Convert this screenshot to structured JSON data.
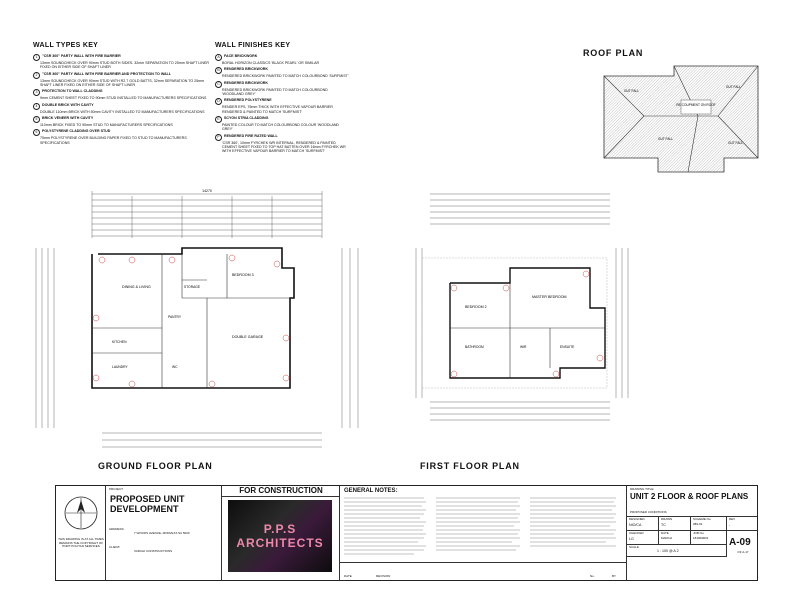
{
  "wall_types_key": {
    "title": "WALL TYPES KEY",
    "items": [
      {
        "no": "1",
        "title": "\"CSR 360\" PARTY WALL WITH FIRE BARRIER",
        "desc": "13mm SOUNDCHECK OVER 90mm STUD BOTH SIDES. 32mm SEPARATION TO 25mm SHAFT LINER FIXED ON EITHER SIDE OF SHAFT LINER"
      },
      {
        "no": "2",
        "title": "\"CSR 360\" PARTY WALL WITH FIRE BARRIER AND PROTECTION TO WALL",
        "desc": "13mm SOUNDCHECK OVER 90mm STUD WITH R2.7 GOLD BATTS, 32mm SEPARATION TO 25mm SHAFT LINER FIXED ON EITHER SIDE OF SHAFT LINER"
      },
      {
        "no": "3",
        "title": "PROTECTION TO WALL CLADDING",
        "desc": "9mm CEMENT SHEET FIXED TO 90mm STUD INSTALLED TO MANUFACTURERS SPECIFICATIONS"
      },
      {
        "no": "4",
        "title": "DOUBLE BRICK WITH CAVITY",
        "desc": "DOUBLE 110mm BRICK WITH 50mm CAVITY INSTALLED TO MANUFACTURERS SPECIFICATIONS"
      },
      {
        "no": "5",
        "title": "BRICK VENEER WITH CAVITY",
        "desc": "110mm BRICK FIXED TO 90mm STUD TO MANUFACTURERS SPECIFICATIONS"
      },
      {
        "no": "6",
        "title": "POLYSTYRENE CLADDING OVER STUD",
        "desc": "75mm POLYSTYRENE OVER BUILDING PAPER FIXED TO STUD TO MANUFACTURERS SPECIFICATIONS"
      }
    ]
  },
  "wall_finishes_key": {
    "title": "WALL FINISHES KEY",
    "items": [
      {
        "no": "A",
        "title": "FACE BRICKWORK",
        "desc": "BORAL HORIZON CLASSICS 'BLACK PEARL' OR SIMILAR"
      },
      {
        "no": "B",
        "title": "RENDERED BRICKWORK",
        "desc": "RENDERED BRICKWORK PAINTED TO MATCH COLOURBOND 'SURFMIST'"
      },
      {
        "no": "C",
        "title": "RENDERED BRICKWORK",
        "desc": "RENDERED BRICKWORK PAINTED TO MATCH COLOURBOND 'WOODLAND GREY'"
      },
      {
        "no": "D",
        "title": "RENDERED POLYSTYRENE",
        "desc": "RENDER EPS, 75mm THICK WITH EFFECTIVE VAPOUR BARRIER RENDERED & PAINTED TO MATCH 'SURFMIST'"
      },
      {
        "no": "E",
        "title": "SCYON STRIA CLADDING",
        "desc": "PAINTED COLOUR TO MATCH COLOURBOND COLOUR 'WOODLAND GREY'"
      },
      {
        "no": "F",
        "title": "RENDERED FIRE RATED WALL",
        "desc": "'CSR 360', 10mm FYRCHEK WR INTERNAL, RENDERED & PAINTED CEMENT SHEET FIXED TO TOP HAT BATTEN OVER 16mm FYRCHEK WR WITH EFFECTIVE VAPOUR BARRIER TO MATCH 'SURFMIST'"
      }
    ]
  },
  "roof_plan": {
    "title": "ROOF PLAN",
    "notes": [
      "GUT FALL",
      "GUT FALL",
      "RE COUPMENT ON ROOF",
      "GUT FALL",
      "GUT FALL"
    ]
  },
  "ground_floor": {
    "title": "GROUND FLOOR PLAN",
    "overall": "14270",
    "rooms": [
      "BEDROOM 3",
      "DINING & LIVING",
      "STORAGE",
      "KITCHEN",
      "PANTRY",
      "DOUBLE GARAGE",
      "LAUNDRY",
      "WC"
    ]
  },
  "first_floor": {
    "title": "FIRST FLOOR PLAN",
    "rooms": [
      "BEDROOM 2",
      "MASTER BEDROOM",
      "BATHROOM",
      "ENSUITE",
      "WIR"
    ]
  },
  "title_block": {
    "project_label": "PROJECT:",
    "project": "PROPOSED UNIT DEVELOPMENT",
    "address_label": "ADDRESS:",
    "address": "7 WOODS AVENUE, MORIALTA SA 5000",
    "client_label": "CLIENT:",
    "client": "VARCHI CONSTRUCTIONS",
    "copyright": "THIS DRAWING IS AT ALL TIMES REMAINS THE COPYRIGHT OF PORT POLITAN SERVICES",
    "status": "FOR CONSTRUCTION",
    "logo_text": "P.P.S ARCHITECTS",
    "general_notes_title": "GENERAL NOTES:",
    "drawing_title_label": "DRAWING TITLE:",
    "drawing_title": "UNIT 2 FLOOR & ROOF PLANS",
    "sub": "PROPOSED CONDITIONS",
    "designed_label": "DESIGNED",
    "designed": "NIO/CA",
    "drawn_label": "DRAWN",
    "drawn": "TC",
    "scheme_label": "SCHEME No.",
    "scheme": "089-01",
    "rev_label": "REV",
    "rev": "-",
    "checked_label": "CHECKED",
    "checked": "LG",
    "date_label": "DATE",
    "date": "MARCH",
    "job_label": "JOB No.",
    "job": "1819R0001",
    "scale_label": "SCALE",
    "scale": "1 : 100 @ A 2",
    "dwg_no": "A-09",
    "sheet": "OF A-17",
    "rev_cols": [
      "DATE",
      "REVISION",
      "No.",
      "BY"
    ]
  }
}
